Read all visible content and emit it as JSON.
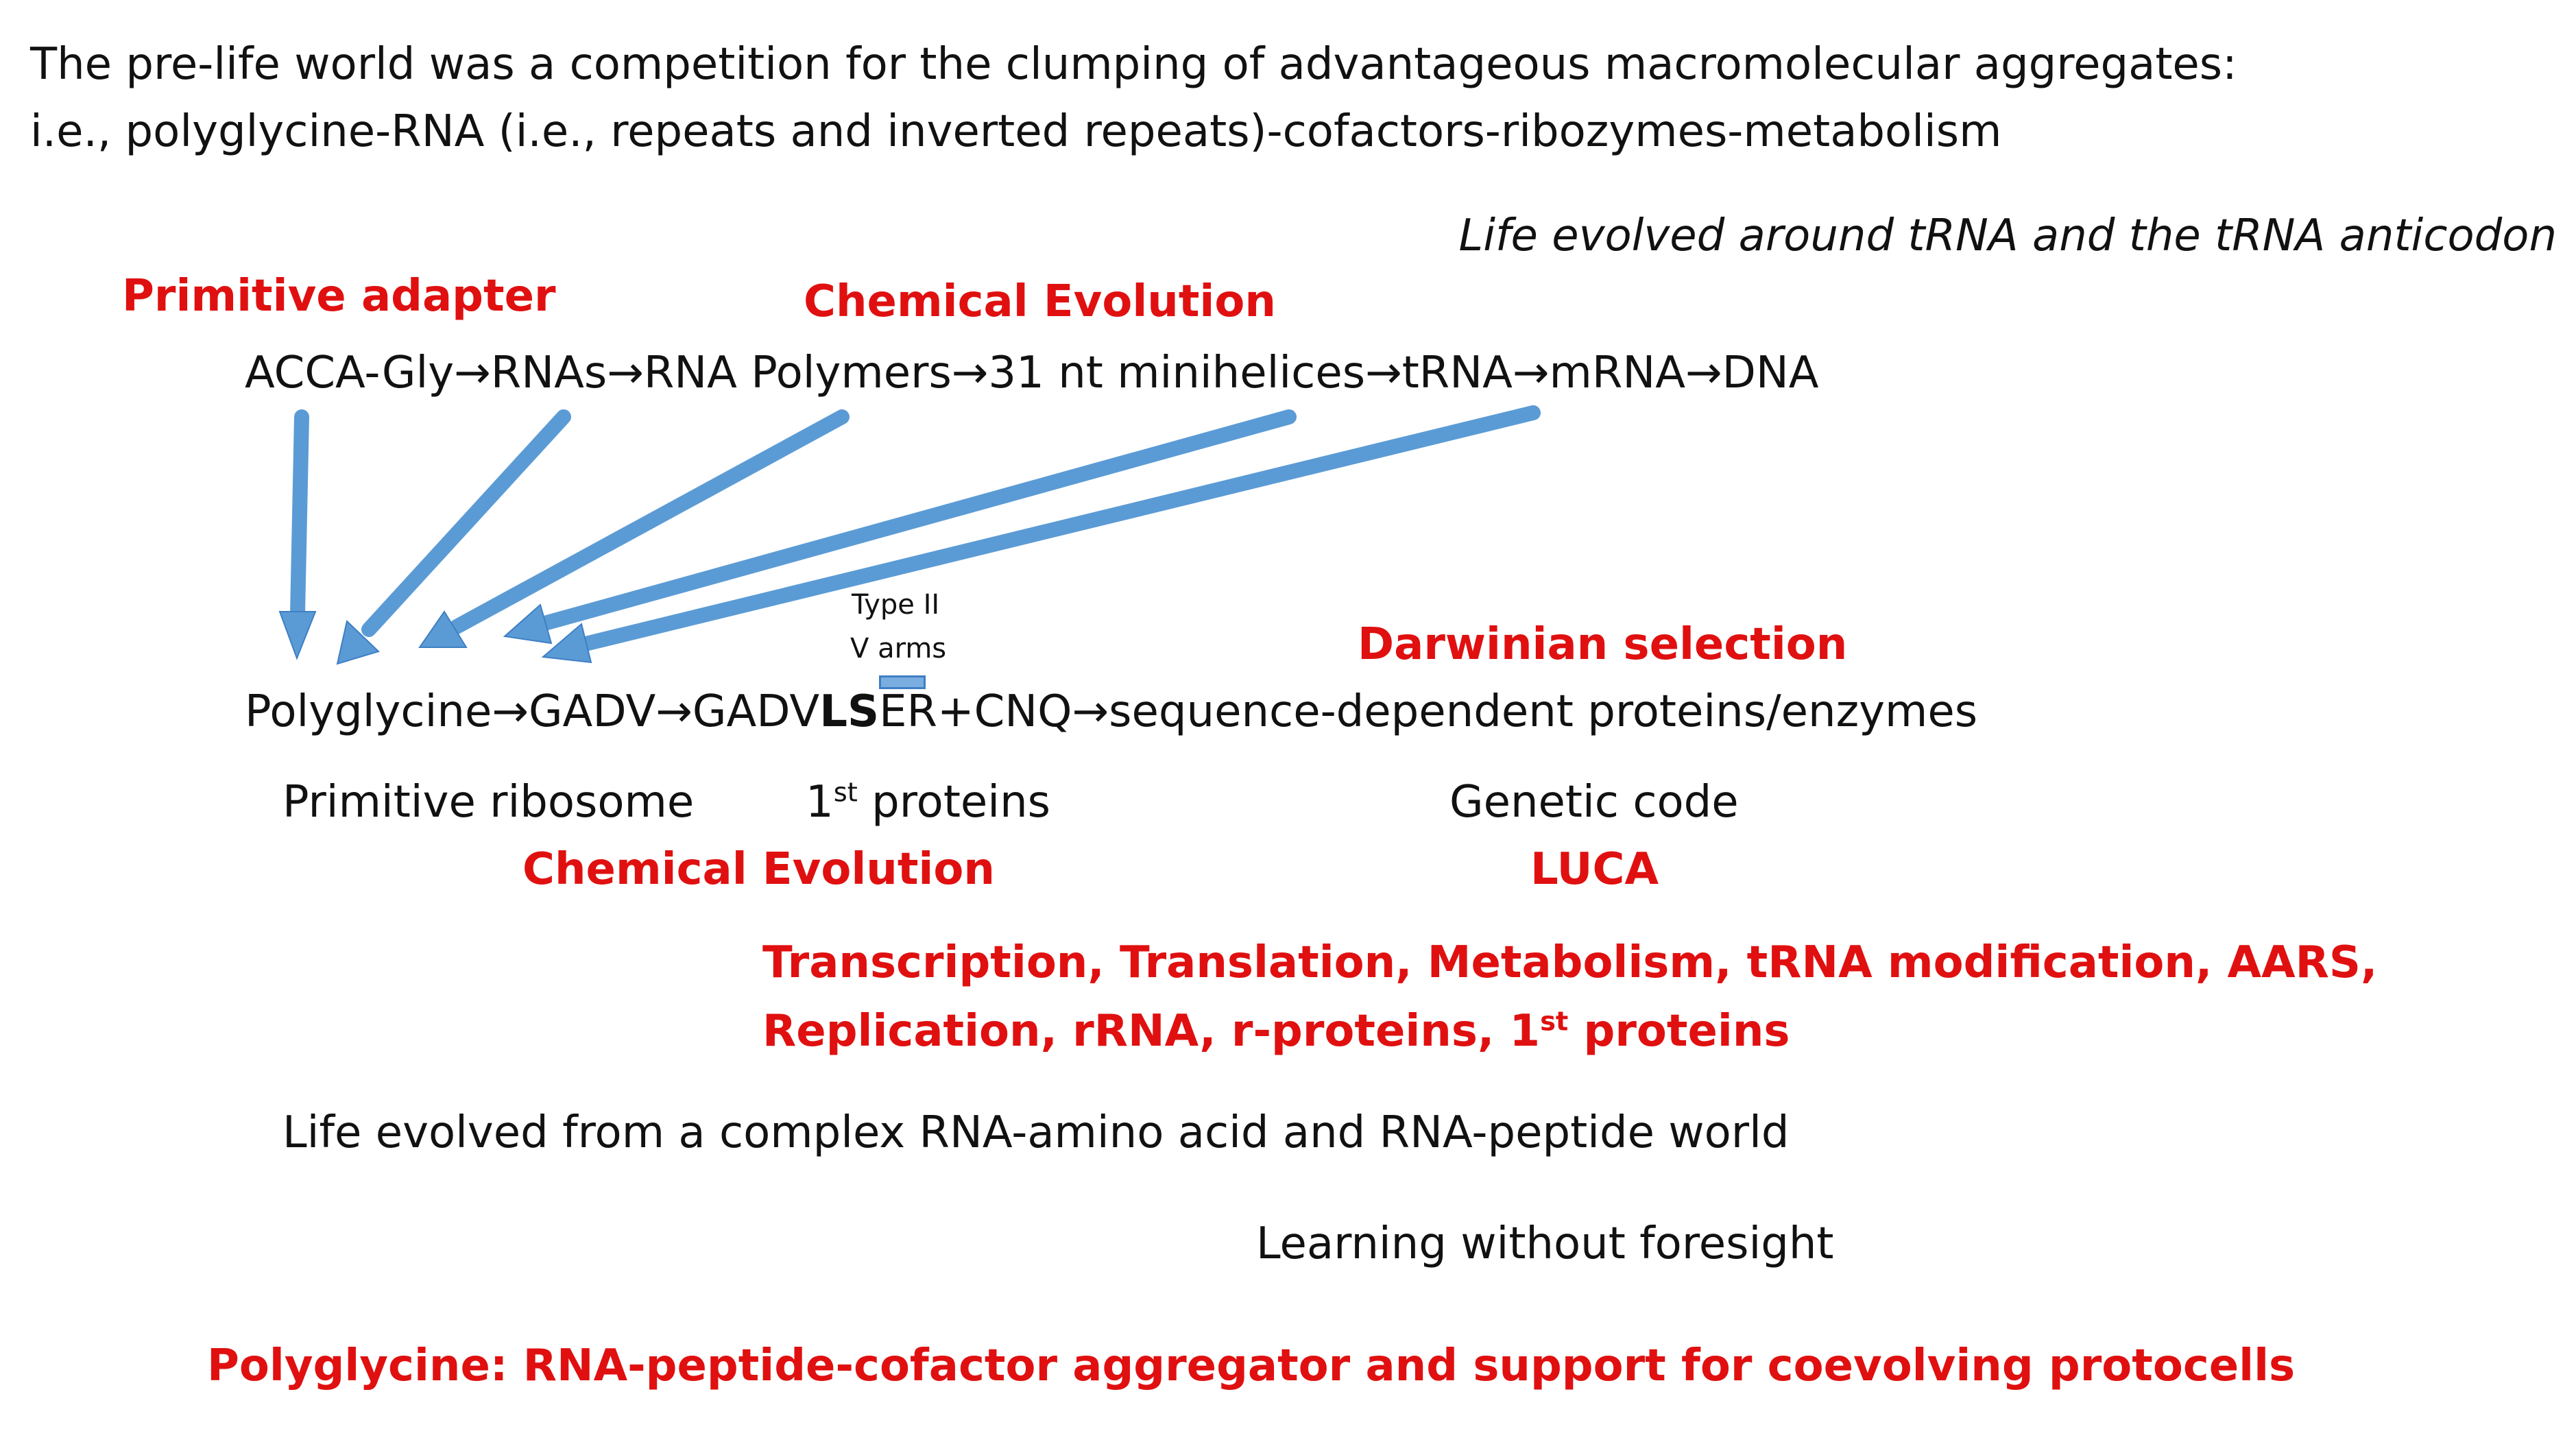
{
  "header": {
    "line1": "The pre-life world was a competition for the clumping of advantageous macromolecular aggregates:",
    "line2": "i.e., polyglycine-RNA (i.e., repeats and inverted repeats)-cofactors-ribozymes-metabolism"
  },
  "italic_note": "Life evolved around tRNA and the tRNA anticodon",
  "labels": {
    "primitive_adapter": "Primitive adapter",
    "chemical_evolution_top": "Chemical Evolution",
    "darwinian_selection": "Darwinian selection",
    "chemical_evolution_bottom": "Chemical Evolution",
    "luca": "LUCA"
  },
  "top_chain": "ACCA-Gly→RNAs→RNA Polymers→31 nt minihelices→tRNA→mRNA→DNA",
  "type_ii": {
    "line1": "Type II",
    "line2": "V arms"
  },
  "protein_chain": {
    "part1": "Polyglycine→GADV→GADV",
    "bold": "LS",
    "part2": "ER+CNQ→sequence-dependent proteins/enzymes"
  },
  "sublabels": {
    "primitive_ribosome": "Primitive ribosome",
    "first": "1",
    "first_sup": "st",
    "first_rest": " proteins",
    "genetic_code": "Genetic code"
  },
  "processes": {
    "line1": "Transcription, Translation, Metabolism, tRNA modification, AARS,",
    "line2_pre": "Replication, rRNA, r-proteins, 1",
    "line2_sup": "st",
    "line2_post": " proteins"
  },
  "life_evolved": "Life evolved from a complex RNA-amino acid and RNA-peptide world",
  "learning": "Learning without foresight",
  "footer": "Polyglycine: RNA-peptide-cofactor aggregator and support for coevolving protocells",
  "colors": {
    "red": "#e01010",
    "arrow_blue": "#5b9bd5",
    "arrow_outline": "#3e7fc4"
  }
}
